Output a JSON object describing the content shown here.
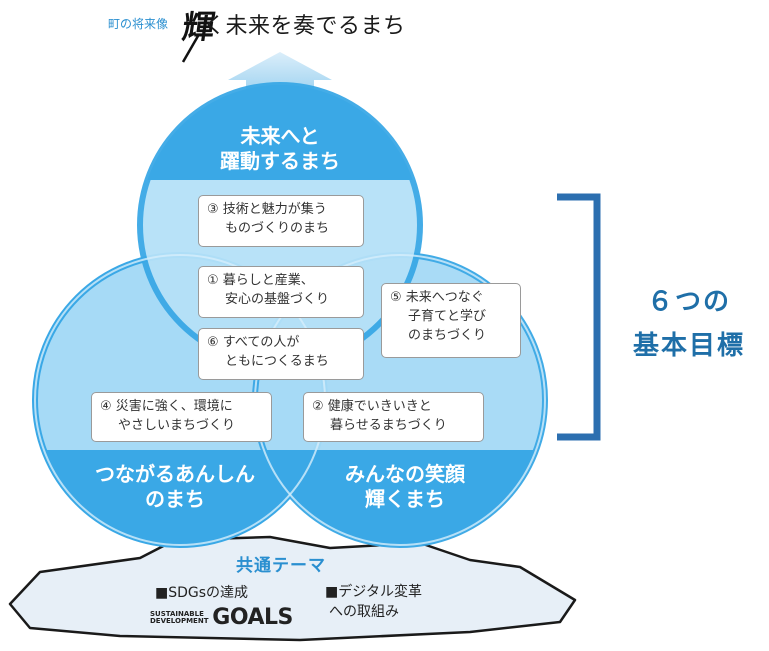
{
  "vision": {
    "label": "町の将来像",
    "brush_char": "輝",
    "text": "く未来を奏でるまち"
  },
  "circles": {
    "top": {
      "line1": "未来へと",
      "line2": "躍動するまち"
    },
    "left": {
      "line1": "つながるあんしん",
      "line2": "のまち"
    },
    "right": {
      "line1": "みんなの笑顔",
      "line2": "輝くまち"
    }
  },
  "goals": {
    "g3": {
      "line1": "③ 技術と魅力が集う",
      "line2": "ものづくりのまち"
    },
    "g1": {
      "line1": "① 暮らしと産業、",
      "line2": "安心の基盤づくり"
    },
    "g6": {
      "line1": "⑥ すべての人が",
      "line2": "ともにつくるまち"
    },
    "g5": {
      "line1": "⑤ 未来へつなぐ",
      "line2": "子育てと学び",
      "line3": "のまちづくり"
    },
    "g4": {
      "line1": "④ 災害に強く、環境に",
      "line2": "やさしいまちづくり"
    },
    "g2": {
      "line1": "② 健康でいきいきと",
      "line2": "暮らせるまちづくり"
    }
  },
  "goals_label": {
    "line1": "６つの",
    "line2": "基本目標"
  },
  "common_theme": {
    "title": "共通テーマ",
    "item1": "■SDGsの達成",
    "item2_line1": "■デジタル変革",
    "item2_line2": "への取組み",
    "sdg_logo_small1": "SUSTAINABLE",
    "sdg_logo_small2": "DEVELOPMENT",
    "sdg_logo_big": "GOALS"
  },
  "colors": {
    "circle_fill": "#a6daf6",
    "circle_band": "#3aa8e6",
    "bracket": "#2c6fb0",
    "ground": "#e4eef7"
  }
}
